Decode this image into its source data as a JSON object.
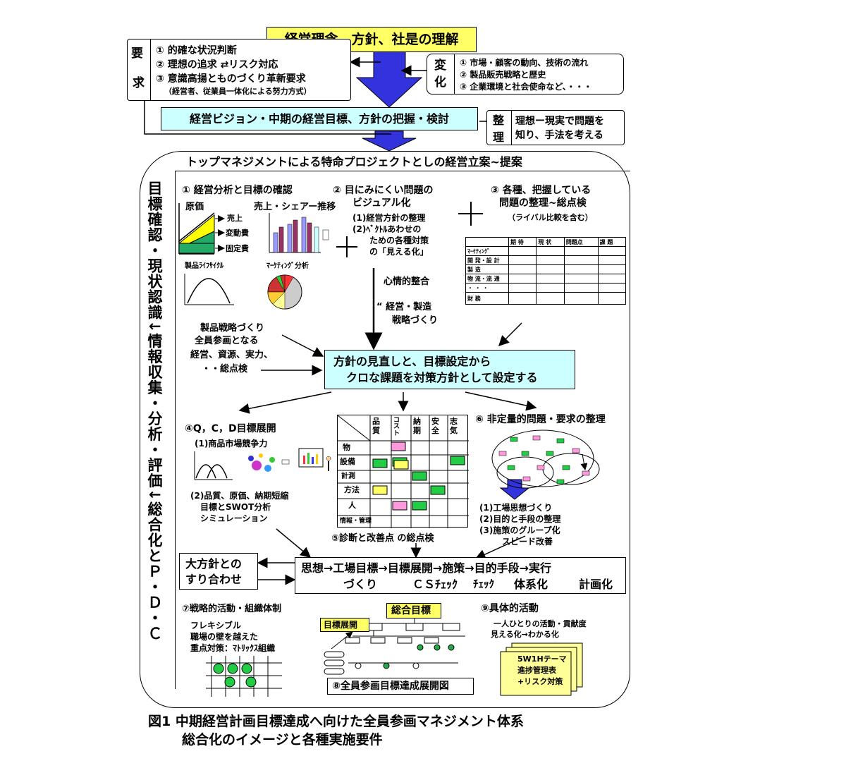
{
  "top": {
    "title": "経営理念、方針、社是の理解",
    "req_label_1": "要",
    "req_label_2": "求",
    "req_items": [
      "① 的確な状況判断",
      "② 理想の追求 ⇄リスク対応",
      "③ 意識高揚とものづくり革新要求"
    ],
    "req_note": "（経営者、従業員一体化による努力方式）",
    "chg_label_1": "変",
    "chg_label_2": "化",
    "chg_items": [
      "① 市場・顧客の動向、技術の流れ",
      "② 製品販売戦略と歴史",
      "③ 企業環境と社会使命など、・・・"
    ],
    "vision": "経営ビジョン・中期の経営目標、方針の把握・検討",
    "seiri_1": "整",
    "seiri_2": "理",
    "seiri_lines": [
      "理想ー現実で問題を",
      "知り、手法を考える"
    ]
  },
  "project": {
    "title": "トップマネジメントによる特命プロジェクトとしの経営立案~提案",
    "side_text": "目標確認・現状認識↓情報収集・分析・評価↓総合化とＰ・Ｄ・Ｃ"
  },
  "s1": {
    "title": "① 経営分析と目標の確認",
    "genka": "原価",
    "legend": [
      "売上",
      "変動費",
      "固定費"
    ],
    "share": "売上・シェアー推移",
    "lifecycle": "製品ﾗｲﾌｻｲｸﾙ",
    "marketing": "ﾏｰｹﾃｨﾝｸﾞ分析"
  },
  "s2": {
    "title_lines": [
      "② 目にみにくい問題の",
      "ビジュアル化"
    ],
    "items": [
      "(1)経営方針の整理",
      "(2)ﾍﾞｸﾄﾙあわせの",
      "ための各種対策",
      "の「見える化」"
    ],
    "shinjo": "心情的整合",
    "keiei_lines": [
      "“  経営・製造",
      "戦略づくり"
    ]
  },
  "s3": {
    "title_lines": [
      "③ 各種、把握している",
      "問題の整理~総点検"
    ],
    "sub": "（ライバル比較を含む）",
    "headers": [
      "",
      "期 待",
      "現 状",
      "問題点",
      "課 題"
    ],
    "rows": [
      "ﾏｰｹﾃｨﾝｸﾞ",
      "開 発・設 計",
      "製 造",
      "物 流・流 通",
      "・ ・ ・",
      "財 務"
    ]
  },
  "center": {
    "left_lines": [
      "製品戦略づくり",
      "全員参画となる",
      "経営、資源、実力、",
      "・・総点検"
    ],
    "policy_lines": [
      "方針の見直しと、目標設定から",
      "クロな課題を対策方針として設定する"
    ]
  },
  "s4": {
    "title": "④Q，C，D目標展開",
    "item1": "(1)商品市場競争力",
    "item2_lines": [
      "(2)品質、原価、納期短縮",
      "目標とSWOT分析",
      "シミュレーション"
    ]
  },
  "s5": {
    "cols": [
      "品質",
      "コスト",
      "納期",
      "安全",
      "志気"
    ],
    "rows": [
      "物",
      "設備",
      "計測",
      "方法",
      "人",
      "情報・管理"
    ],
    "caption": "⑤診断と改善点 の総点検"
  },
  "s6": {
    "title": "⑥ 非定量的問題・要求の整理",
    "items": [
      "(1)工場思想づくり",
      "(2)目的と手段の整理",
      "(3)施策のグループ化",
      "スピード改善"
    ]
  },
  "flow": {
    "dai_lines": [
      "大方針との",
      "すり合わせ"
    ],
    "line1": "思想→工場目標→目標展開→施策→目的手段→実行",
    "line2_parts": [
      "づくり",
      "ＣＳﾁｪｯｸ",
      "ﾁｪｯｸ",
      "体系化",
      "計画化"
    ]
  },
  "s7": {
    "title": "⑦戦略的活動・組織体制",
    "lines": [
      "フレキシブル",
      "職場の壁を越えた",
      "重点対策：ﾏﾄﾘｯｸｽ組織"
    ]
  },
  "s8": {
    "sogo": "総合目標",
    "tenkai": "目標展開",
    "caption": "⑧全員参画目標達成展開図"
  },
  "s9": {
    "title": "⑨具体的活動",
    "lines": [
      "一人ひとりの活動・貢献度",
      "見える化→わかる化"
    ],
    "card_lines": [
      "5W1Hテーマ",
      "進捗管理表",
      "+リスク対策"
    ]
  },
  "caption": {
    "line1": "図1 中期経営計画目標達成へ向けた全員参画マネジメント体系",
    "line2": "総合化のイメージと各種実施要件"
  },
  "colors": {
    "title_yellow": "#ffff66",
    "cyan": "#ccffff",
    "arrow_blue": "#3333dd",
    "green": "#22cc44",
    "pink": "#ff99dd"
  }
}
